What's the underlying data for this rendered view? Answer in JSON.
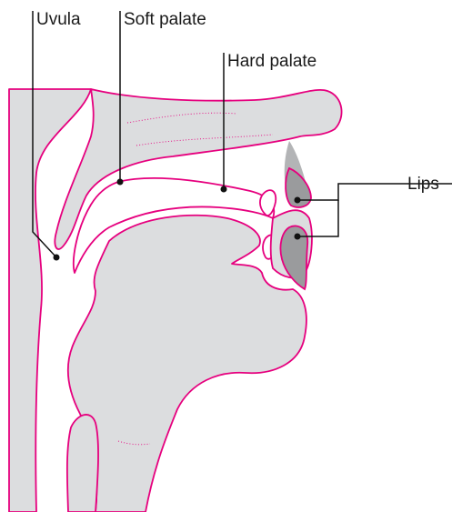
{
  "labels": {
    "uvula": "Uvula",
    "soft_palate": "Soft palate",
    "hard_palate": "Hard palate",
    "lips": "Lips"
  },
  "colors": {
    "outline": "#e6007e",
    "tissue": "#dcdddf",
    "lip": "#9a9b9d",
    "leader": "#111111"
  }
}
